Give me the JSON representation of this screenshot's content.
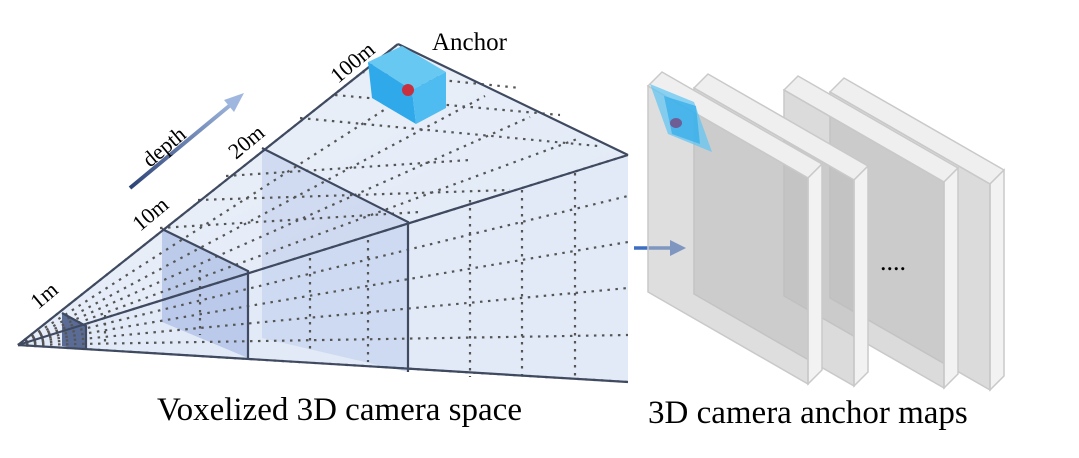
{
  "labels": {
    "anchor": "Anchor",
    "depth": "depth",
    "d1": "1m",
    "d10": "10m",
    "d20": "20m",
    "d100": "100m",
    "caption_left": "Voxelized 3D camera space",
    "caption_right": "3D camera anchor maps",
    "ellipsis": "...."
  },
  "colors": {
    "frustum_fill": "#dde7f6",
    "frustum_top": "#e6edf8",
    "frame": "#3f4a60",
    "dotted_grid": "#555555",
    "anchor_cube": "#39b4ee",
    "anchor_point": "#c9303f",
    "arrow": "#3e6ec2",
    "map_plate": "#bfbfbf"
  }
}
